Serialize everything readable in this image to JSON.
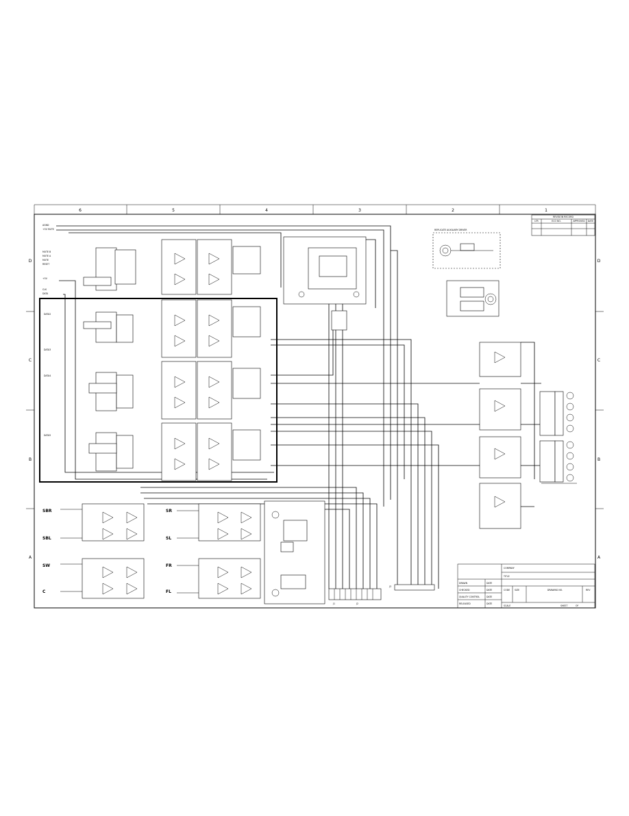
{
  "zone_columns": [
    "6",
    "5",
    "4",
    "3",
    "2",
    "1"
  ],
  "zone_rows": [
    "D",
    "C",
    "B",
    "A"
  ],
  "left_inputs": [
    "AGND",
    "+5V MUTE",
    "MUTE B",
    "MUTE A",
    "MUTE",
    "RESET",
    "+5V",
    "CLK",
    "DATA",
    "DATA2",
    "DATA3",
    "DATA4",
    "DATA5"
  ],
  "channels_left": [
    "SBR",
    "SBL",
    "SW",
    "C"
  ],
  "channels_mid": [
    "SR",
    "SL",
    "FR",
    "FL"
  ],
  "connector_labels": [
    "J1",
    "J2",
    "J3"
  ],
  "inset_title": "REPLICATE AUXILIARY DRIVER",
  "revision_table": {
    "title": "REVISION RECORD",
    "headers": [
      "LTR",
      "ECO NO.",
      "APPROVED",
      "DATE"
    ]
  },
  "title_block": {
    "company": "COMPANY",
    "title": "TITLE",
    "rows": [
      "DRAWN",
      "CHECKED",
      "QUALITY CONTROL",
      "RELEASED"
    ],
    "date_label": "DATE",
    "code_label": "CODE",
    "size_label": "SIZE",
    "dwg_label": "DRAWING NO.",
    "rev_label": "REV",
    "scale_label": "SCALE",
    "sheet_label": "SHEET",
    "sheet_of": "OF"
  }
}
